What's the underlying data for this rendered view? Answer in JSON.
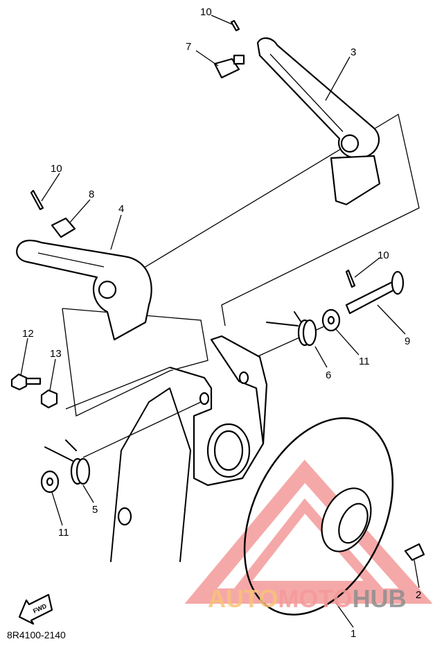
{
  "diagram_code": "8R4100-2140",
  "fwd_label": "FWD",
  "watermark": {
    "part1": "AUTO",
    "part2": "MOTO",
    "part3": "HUB",
    "colors": {
      "auto": "#f9c27a",
      "moto": "#f49a9a",
      "hub": "#8e8e8e",
      "triangle": "#f28b8b"
    }
  },
  "callouts": [
    "10",
    "7",
    "3",
    "10",
    "8",
    "4",
    "10",
    "9",
    "12",
    "13",
    "6",
    "11",
    "5",
    "11",
    "2",
    "1"
  ]
}
